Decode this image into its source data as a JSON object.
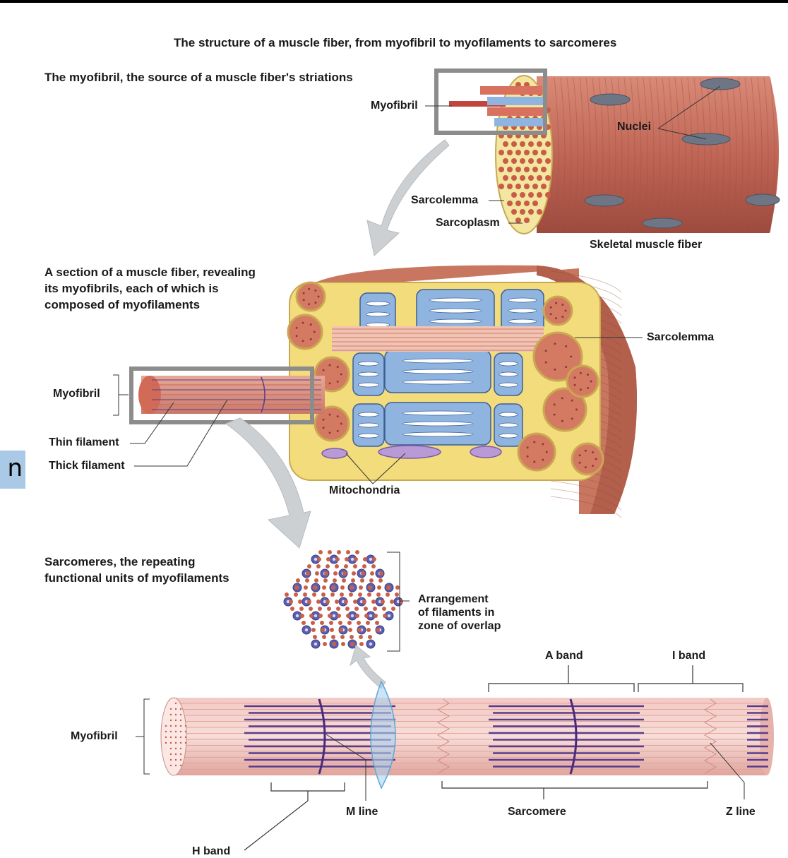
{
  "title": "The structure of a muscle fiber, from myofibril to myofilaments to sarcomeres",
  "panel1": {
    "caption": "The myofibril, the source of a muscle fiber's striations",
    "labels": {
      "myofibril": "Myofibril",
      "nuclei": "Nuclei",
      "sarcolemma": "Sarcolemma",
      "sarcoplasm": "Sarcoplasm",
      "fiber": "Skeletal muscle fiber"
    }
  },
  "panel2": {
    "caption_l1": "A section of a muscle fiber, revealing",
    "caption_l2": "its myofibrils, each of which is",
    "caption_l3": "composed of myofilaments",
    "labels": {
      "sarcolemma": "Sarcolemma",
      "myofibril": "Myofibril",
      "thin": "Thin filament",
      "thick": "Thick filament",
      "mito": "Mitochondria"
    }
  },
  "panel3": {
    "caption_l1": "Sarcomeres, the repeating",
    "caption_l2": "functional units of myofilaments",
    "labels": {
      "arr_l1": "Arrangement",
      "arr_l2": "of filaments in",
      "arr_l3": "zone of overlap",
      "aband": "A band",
      "iband": "I band",
      "myofibril": "Myofibril",
      "mline": "M line",
      "sarcomere": "Sarcomere",
      "zline": "Z line",
      "hband": "H band"
    }
  },
  "side_tab_text": "n",
  "colors": {
    "muscle": "#c06a5a",
    "thick": "#5a3b8c",
    "thin": "#c9685a",
    "blue": "#8fb4df",
    "yellow": "#f2dc7c",
    "arrow": "#c9cccf"
  }
}
